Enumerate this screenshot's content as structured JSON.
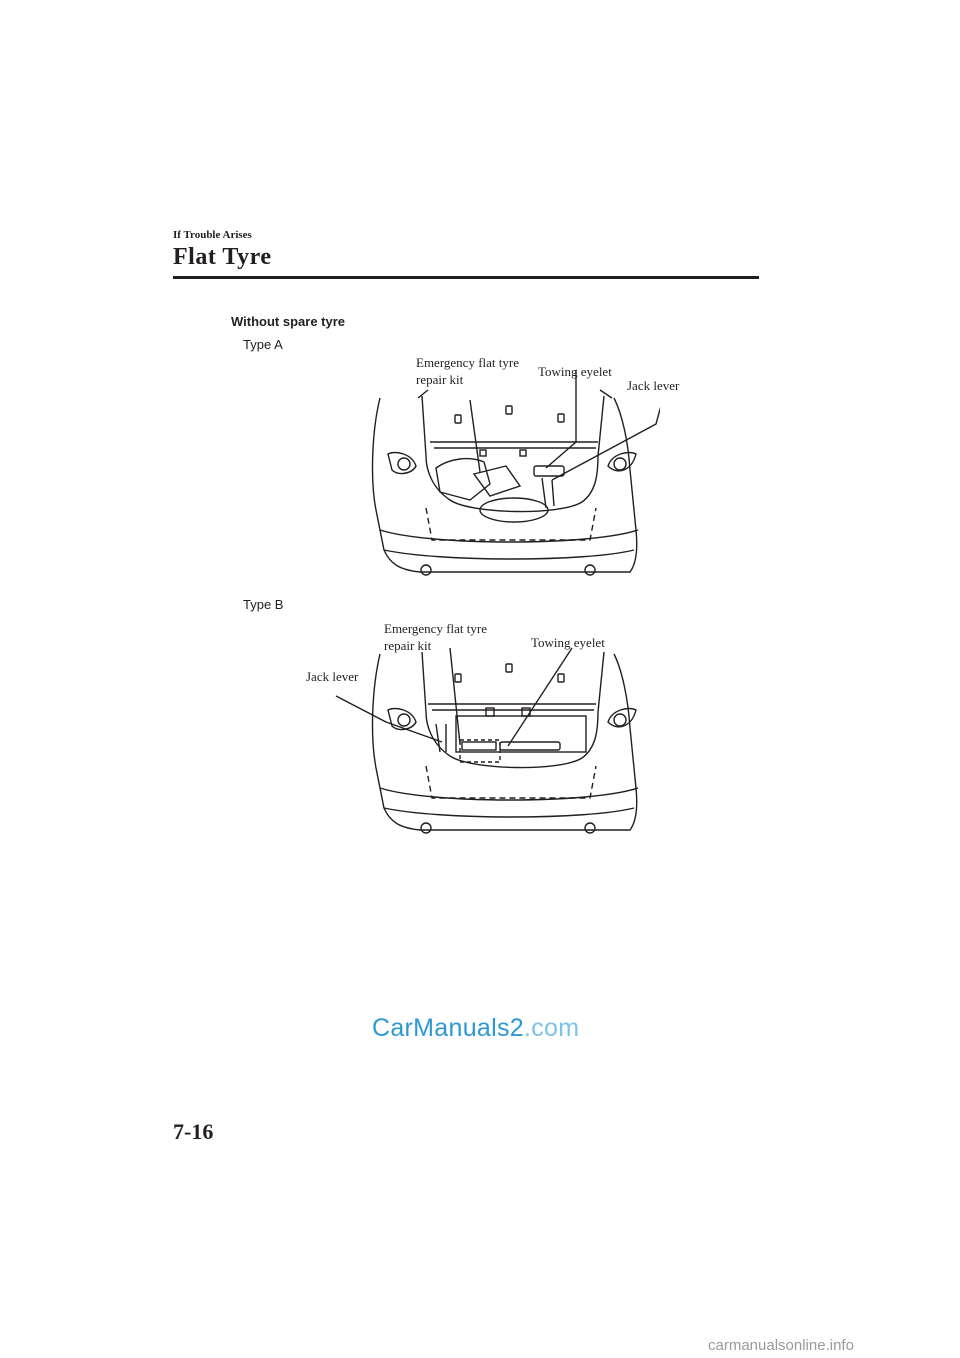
{
  "header": {
    "section": "If Trouble Arises",
    "chapter": "Flat Tyre"
  },
  "content": {
    "heading": "Without spare tyre",
    "type_a": {
      "label": "Type A",
      "callouts": {
        "kit_line1": "Emergency flat tyre",
        "kit_line2": "repair kit",
        "towing": "Towing eyelet",
        "jack": "Jack lever"
      }
    },
    "type_b": {
      "label": "Type B",
      "callouts": {
        "kit_line1": "Emergency flat tyre",
        "kit_line2": "repair kit",
        "towing": "Towing eyelet",
        "jack": "Jack lever"
      }
    }
  },
  "watermark": {
    "brand": "CarManuals2",
    "domain": ".com"
  },
  "page_number": "7-16",
  "footer": "carmanualsonline.info"
}
